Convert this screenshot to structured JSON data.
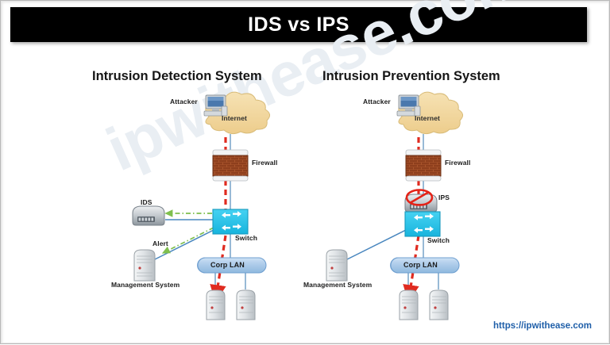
{
  "page": {
    "title": "IDS vs IPS",
    "watermark": "ipwithease.com",
    "footer_url": "https://ipwithease.com",
    "background": "#ffffff",
    "title_bar_color": "#000000",
    "title_text_color": "#ffffff",
    "url_color": "#1f5fa9"
  },
  "colors": {
    "cloud": "#f2d9a0",
    "cloud_stroke": "#d8bb78",
    "switch": "#2ec4ea",
    "switch_stroke": "#1799bd",
    "corp_lan": "#a8c9e8",
    "corp_lan_stroke": "#6f9fd0",
    "link_blue": "#4a87bf",
    "attack_red": "#e02b20",
    "alert_green": "#7fbf4d",
    "firewall_brick": "#9a4a28",
    "device_grey": "#b6bcc2",
    "server_grey": "#d6dade",
    "prohibition_red": "#e42318"
  },
  "panels": [
    {
      "id": "ids",
      "heading": "Intrusion Detection System",
      "nodes": [
        {
          "name": "attacker",
          "label": "Attacker"
        },
        {
          "name": "internet-cloud",
          "label": "Internet"
        },
        {
          "name": "firewall",
          "label": "Firewall"
        },
        {
          "name": "ids-sensor",
          "label": "IDS"
        },
        {
          "name": "switch",
          "label": "Switch"
        },
        {
          "name": "alert-flow",
          "label": "Alert"
        },
        {
          "name": "management-system",
          "label": "Management System"
        },
        {
          "name": "corp-lan",
          "label": "Corp LAN"
        },
        {
          "name": "server-1",
          "label": ""
        },
        {
          "name": "server-2",
          "label": ""
        }
      ]
    },
    {
      "id": "ips",
      "heading": "Intrusion Prevention System",
      "nodes": [
        {
          "name": "attacker",
          "label": "Attacker"
        },
        {
          "name": "internet-cloud",
          "label": "Internet"
        },
        {
          "name": "firewall",
          "label": "Firewall"
        },
        {
          "name": "ips-sensor",
          "label": "IPS"
        },
        {
          "name": "switch",
          "label": "Switch"
        },
        {
          "name": "management-system",
          "label": "Management System"
        },
        {
          "name": "corp-lan",
          "label": "Corp LAN"
        },
        {
          "name": "server-1",
          "label": ""
        },
        {
          "name": "server-2",
          "label": ""
        }
      ]
    }
  ]
}
